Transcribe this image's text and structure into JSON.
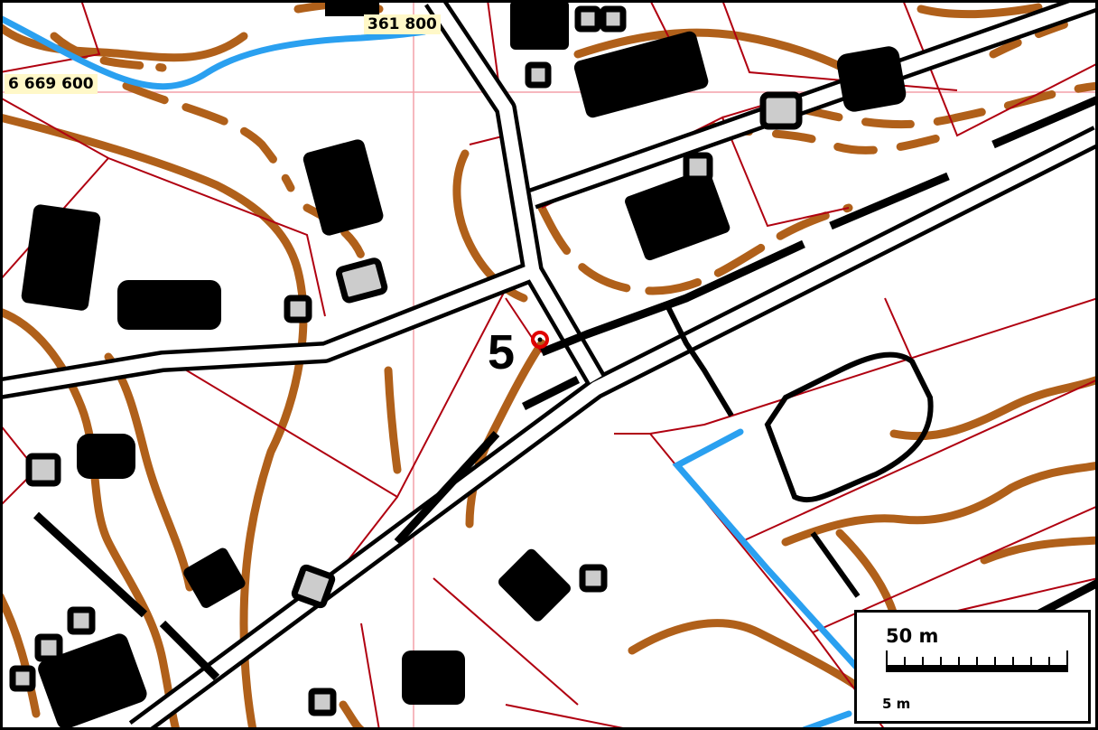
{
  "map": {
    "grid_easting_label": "361 800",
    "grid_northing_label": "6 669 600",
    "point_label": "5"
  },
  "scale": {
    "major_label": "50 m",
    "minor_label": "5 m",
    "divisions": 10
  },
  "colors": {
    "background": "#ffffff",
    "contour": "#b0601a",
    "property_line": "#b00010",
    "water": "#2aa0f0",
    "grid_line": "#f4a0a8",
    "building": "#000000",
    "road_casing": "#000000",
    "coord_label_bg": "#fff8c8",
    "marker": "#e00000"
  }
}
